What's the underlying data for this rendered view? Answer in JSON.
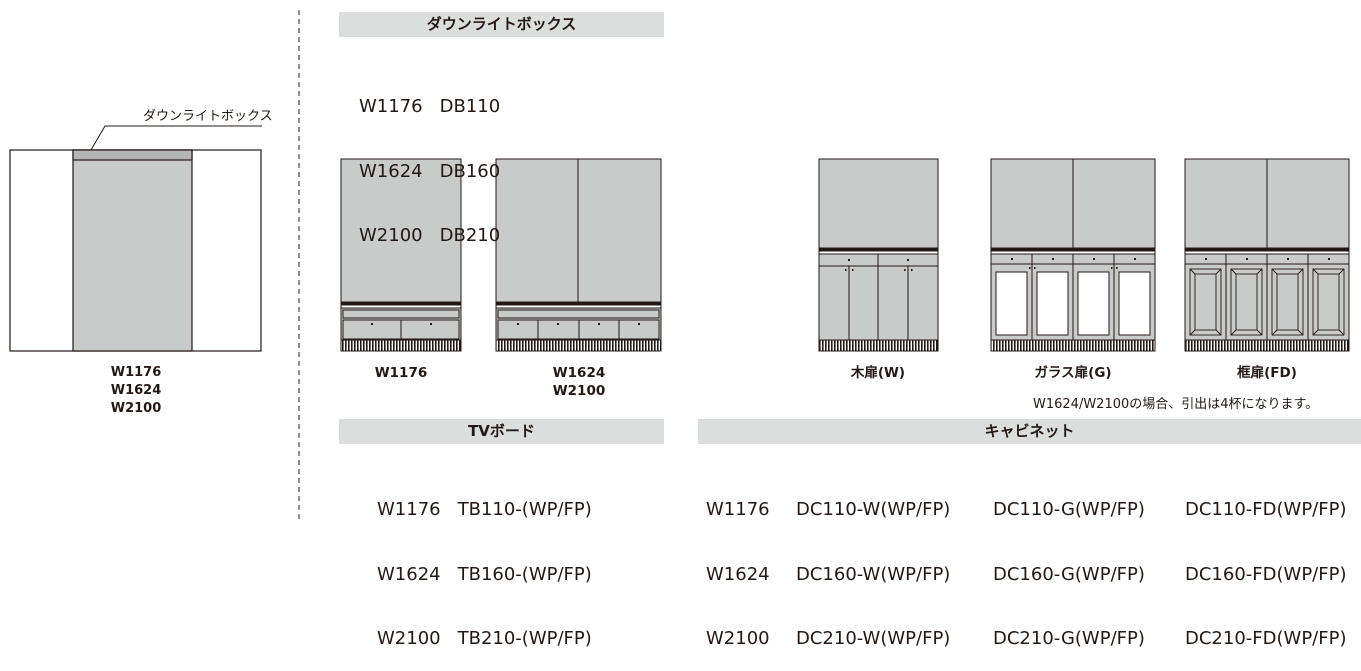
{
  "left": {
    "callout": "ダウンライトボックス",
    "sizes": [
      "W1176",
      "W1624",
      "W2100"
    ]
  },
  "downlight": {
    "title": "ダウンライトボックス",
    "rows": [
      {
        "w": "W1176",
        "code": "DB110"
      },
      {
        "w": "W1624",
        "code": "DB160"
      },
      {
        "w": "W2100",
        "code": "DB210"
      }
    ]
  },
  "tv": {
    "caption_1": "W1176",
    "caption_2": [
      "W1624",
      "W2100"
    ],
    "title": "TVボード",
    "rows": [
      {
        "w": "W1176",
        "code": "TB110-(WP/FP)"
      },
      {
        "w": "W1624",
        "code": "TB160-(WP/FP)"
      },
      {
        "w": "W2100",
        "code": "TB210-(WP/FP)"
      }
    ]
  },
  "cabinet": {
    "captions": [
      "木扉(W)",
      "ガラス扉(G)",
      "框扉(FD)"
    ],
    "note": "W1624/W2100の場合、引出は4杯になります。",
    "title": "キャビネット",
    "widths": [
      "W1176",
      "W1624",
      "W2100"
    ],
    "col_w": [
      "DC110-W(WP/FP)",
      "DC160-W(WP/FP)",
      "DC210-W(WP/FP)"
    ],
    "col_g": [
      "DC110-G(WP/FP)",
      "DC160-G(WP/FP)",
      "DC210-G(WP/FP)"
    ],
    "col_fd": [
      "DC110-FD(WP/FP)",
      "DC160-FD(WP/FP)",
      "DC210-FD(WP/FP)"
    ]
  },
  "colors": {
    "panel": "#c9caca",
    "line": "#231815",
    "bar": "#dcdddd"
  }
}
